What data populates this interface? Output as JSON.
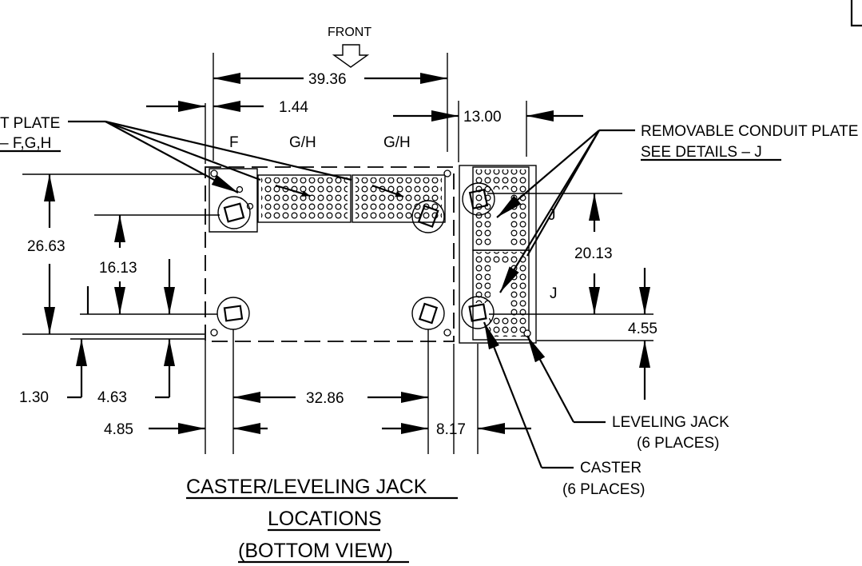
{
  "labels": {
    "front": "FRONT",
    "section_left_1": "F",
    "section_left_2": "G/H",
    "section_left_3": "G/H",
    "section_right_1": "J",
    "section_right_2": "J",
    "left_plate_line1": "T  PLATE",
    "left_plate_line2": "– F,G,H",
    "right_plate_line1": "REMOVABLE  CONDUIT  PLATE",
    "right_plate_line2": "SEE  DETAILS  –  J",
    "leveling_jack_line1": "LEVELING  JACK",
    "leveling_jack_line2": "(6  PLACES)",
    "caster_line1": "CASTER",
    "caster_line2": "(6  PLACES)",
    "title_line1": "CASTER/LEVELING  JACK",
    "title_line2": "LOCATIONS",
    "title_line3": "(BOTTOM  VIEW)"
  },
  "dimensions": {
    "overall_width": "39.36",
    "edge_offset": "1.44",
    "side_depth": "13.00",
    "overall_depth": "26.63",
    "caster_depth": "16.13",
    "right_caster_depth": "20.13",
    "jack_to_edge": "4.55",
    "front_offset_small": "1.30",
    "front_offset": "4.63",
    "caster_spacing": "32.86",
    "left_caster_offset": "4.85",
    "right_side_offset": "8.17"
  }
}
